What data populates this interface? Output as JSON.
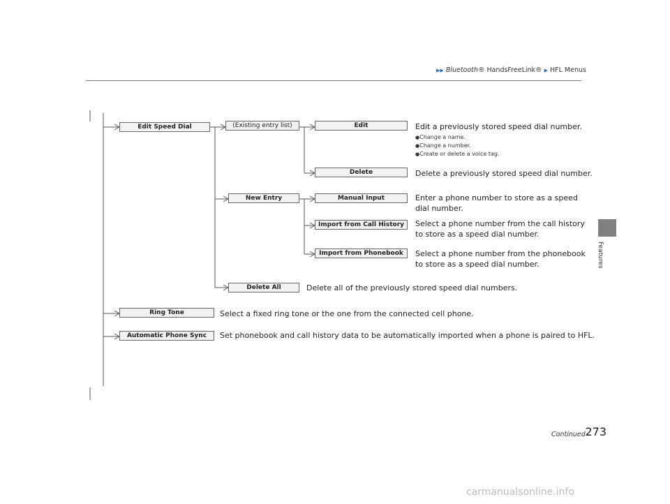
{
  "breadcrumb": {
    "part1": "Bluetooth",
    "part2": "® HandsFreeLink®",
    "part3": "HFL Menus"
  },
  "side_tab": {
    "label": "Features"
  },
  "boxes": {
    "edit_speed_dial": "Edit Speed Dial",
    "existing_entry": "(Existing entry list)",
    "edit": "Edit",
    "delete": "Delete",
    "new_entry": "New Entry",
    "manual_input": "Manual Input",
    "import_call_history": "Import from Call History",
    "import_phonebook": "Import from Phonebook",
    "delete_all": "Delete All",
    "ring_tone": "Ring Tone",
    "auto_phone_sync": "Automatic Phone Sync"
  },
  "descriptions": {
    "edit": "Edit a previously stored speed dial number.",
    "edit_bullets": [
      "Change a name.",
      "Change a number.",
      "Create or delete a voice tag."
    ],
    "delete": "Delete a previously stored speed dial number.",
    "manual_input": [
      "Enter a phone number to store as a speed",
      "dial number."
    ],
    "import_call_history": [
      "Select a phone number from the call history",
      "to store as a speed dial number."
    ],
    "import_phonebook": [
      "Select a phone number from the phonebook",
      "to store as a speed dial number."
    ],
    "delete_all": "Delete all of the previously stored speed dial numbers.",
    "ring_tone": "Select a fixed ring tone or the one from the connected cell phone.",
    "auto_phone_sync": "Set phonebook and call history data to be automatically imported when a phone is paired to HFL."
  },
  "page": {
    "number": "273",
    "continued": "Continued"
  },
  "footer": {
    "watermark": "carmanualsonline.info"
  },
  "colors": {
    "breadcrumb_arrow": "#2b6cb5",
    "tab": "#808080",
    "box_fill": "#f2f2f2"
  }
}
